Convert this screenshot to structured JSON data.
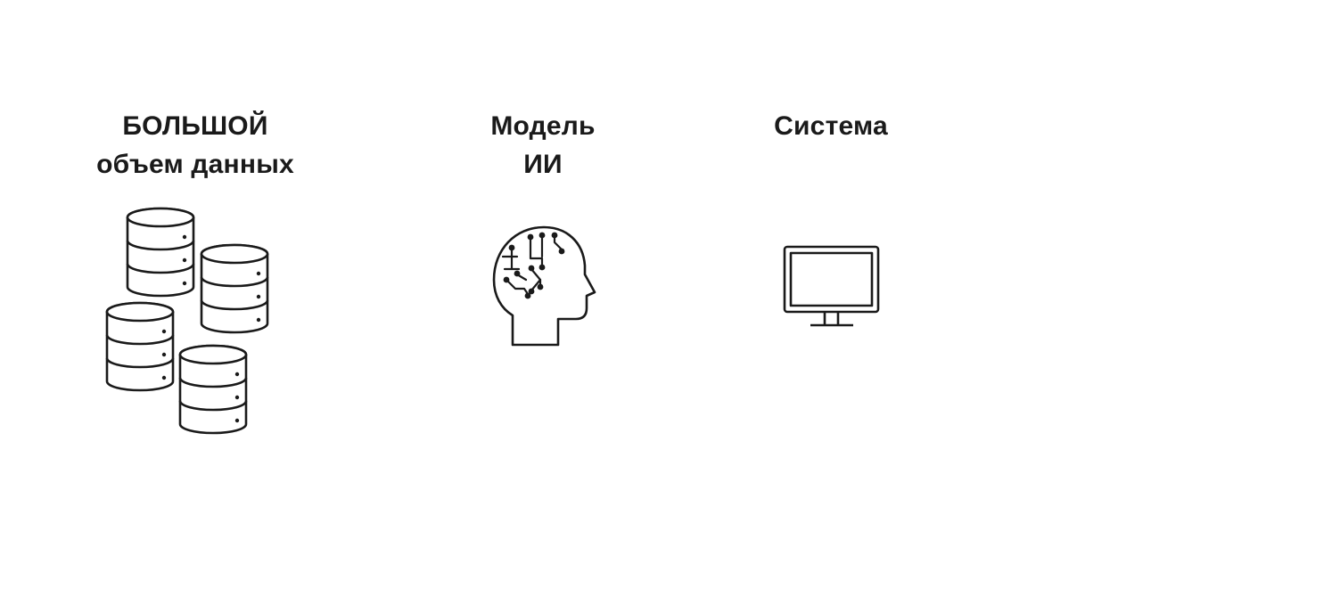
{
  "columns": {
    "data": {
      "title_line1": "БОЛЬШОЙ",
      "title_line2": "объем данных",
      "icon": "database-stack-icon"
    },
    "model": {
      "title_line1": "Модель",
      "title_line2": "ИИ",
      "icon": "ai-brain-head-icon"
    },
    "system": {
      "title_line1": "Система",
      "icon": "computer-monitor-icon"
    }
  },
  "colors": {
    "text": "#1a1a1a",
    "stroke": "#1a1a1a",
    "background": "#ffffff"
  }
}
